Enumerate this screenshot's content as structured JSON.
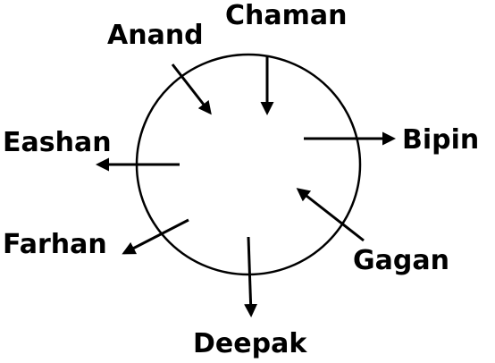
{
  "diagram": {
    "line_color": "#000000",
    "background": "#ffffff",
    "people": [
      {
        "id": "anand",
        "name": "Anand",
        "direction": "facing-center"
      },
      {
        "id": "chaman",
        "name": "Chaman",
        "direction": "facing-center"
      },
      {
        "id": "bipin",
        "name": "Bipin",
        "direction": "facing-outside"
      },
      {
        "id": "gagan",
        "name": "Gagan",
        "direction": "facing-center"
      },
      {
        "id": "deepak",
        "name": "Deepak",
        "direction": "facing-outside"
      },
      {
        "id": "farhan",
        "name": "Farhan",
        "direction": "facing-outside"
      },
      {
        "id": "eashan",
        "name": "Eashan",
        "direction": "facing-outside"
      }
    ]
  }
}
